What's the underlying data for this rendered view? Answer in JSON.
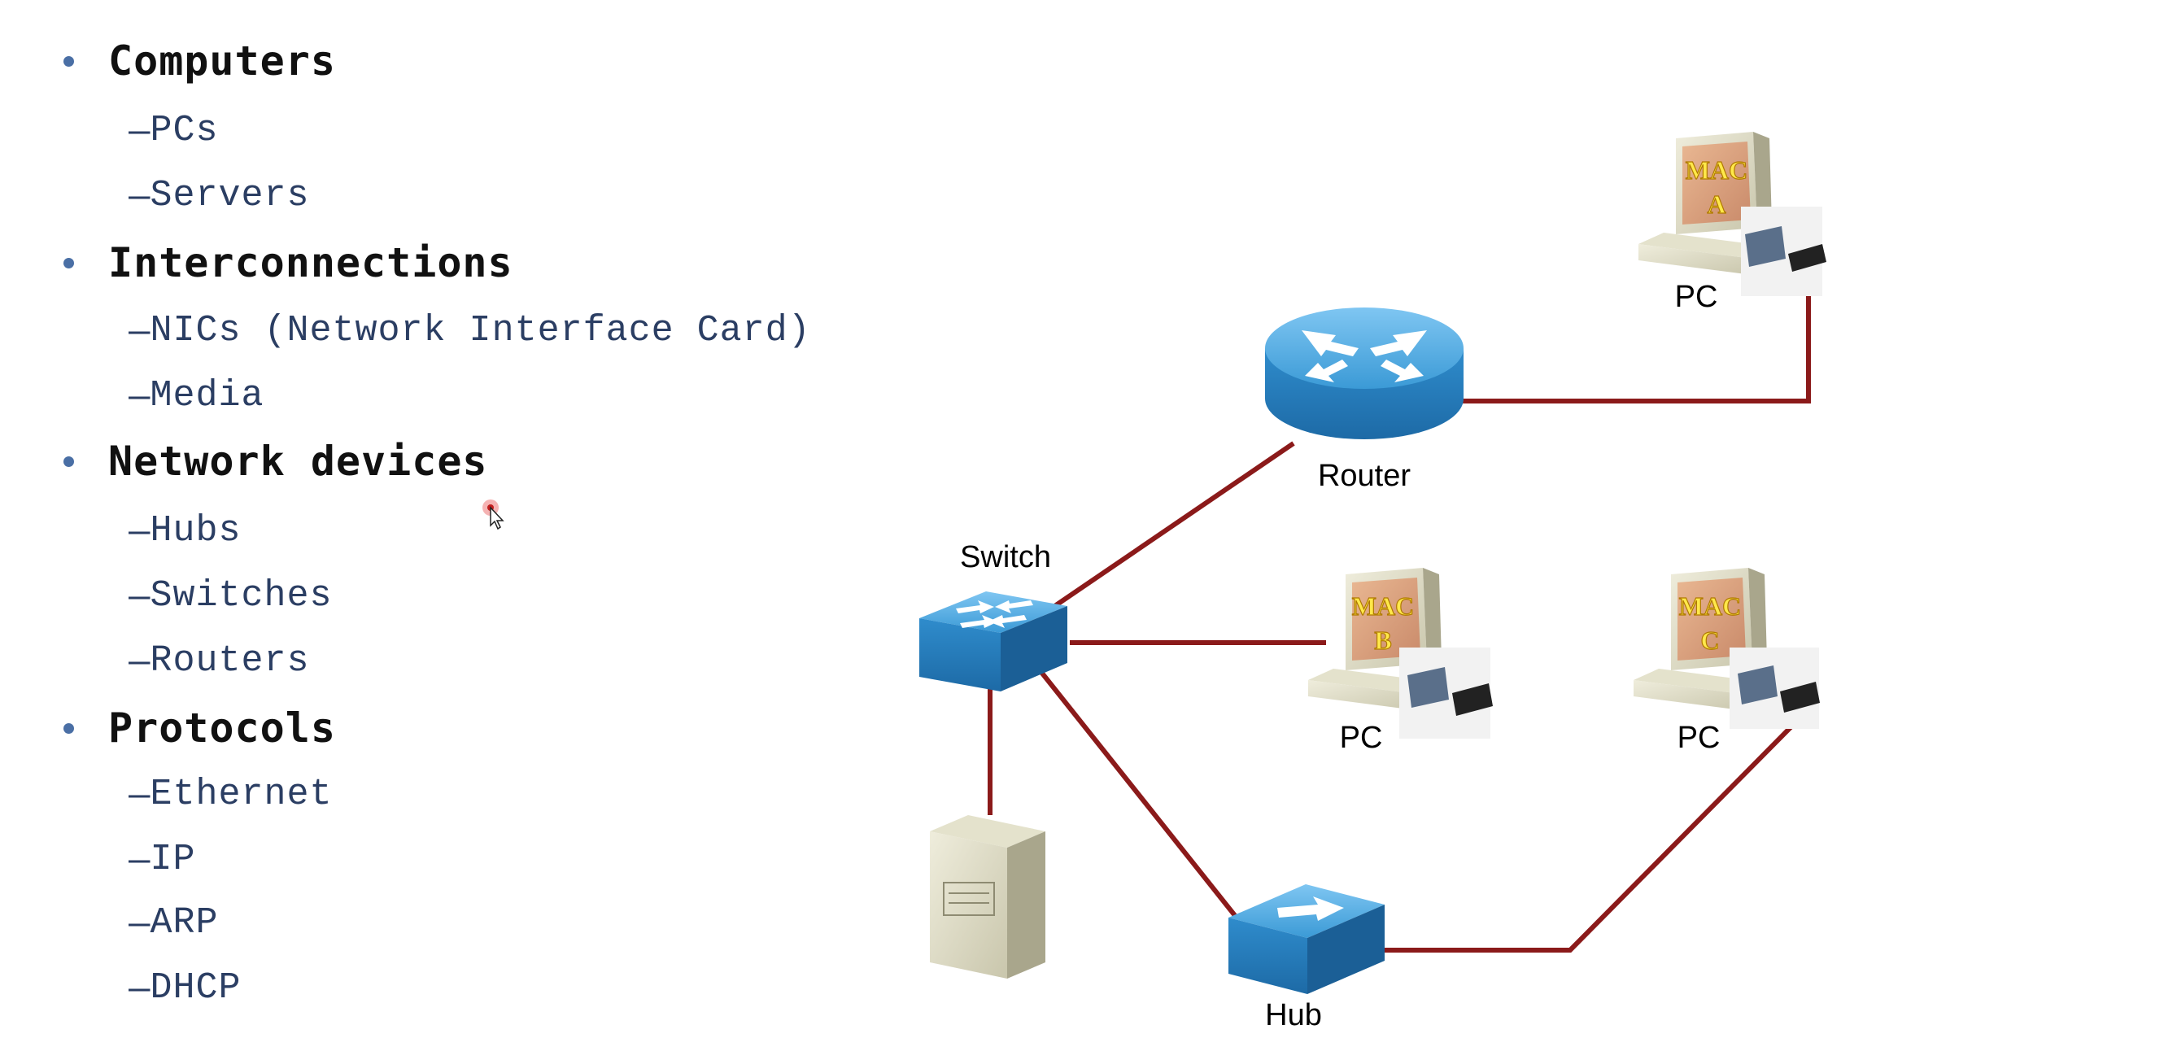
{
  "outline": {
    "sections": [
      {
        "title": "Computers",
        "items": [
          "PCs",
          "Servers"
        ]
      },
      {
        "title": "Interconnections",
        "items": [
          "NICs (Network Interface Card)",
          "Media"
        ]
      },
      {
        "title": "Network devices",
        "items": [
          "Hubs",
          "Switches",
          "Routers"
        ]
      },
      {
        "title": "Protocols",
        "items": [
          "Ethernet",
          "IP",
          "ARP",
          "DHCP"
        ]
      }
    ],
    "sub_prefix": "–"
  },
  "diagram": {
    "router_label": "Router",
    "switch_label": "Switch",
    "hub_label": "Hub",
    "pc_a": {
      "label": "PC",
      "mac_line1": "MAC",
      "mac_line2": "A"
    },
    "pc_b": {
      "label": "PC",
      "mac_line1": "MAC",
      "mac_line2": "B"
    },
    "pc_c": {
      "label": "PC",
      "mac_line1": "MAC",
      "mac_line2": "C"
    }
  },
  "colors": {
    "link": "#8b1a1a",
    "device_blue": "#3a9ad9",
    "bullet": "#4a6fa5",
    "sub_text": "#2b3e63"
  }
}
